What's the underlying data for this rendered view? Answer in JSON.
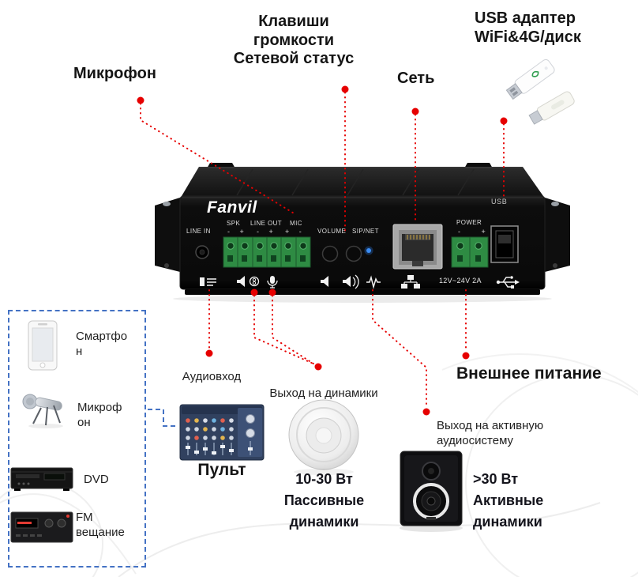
{
  "callouts": {
    "mic": "Микрофон",
    "volume_keys": "Клавиши громкости",
    "net_status": "Сетевой статус",
    "network": "Сеть",
    "usb_adapter": "USB адаптер WiFi&4G/диск",
    "audio_in": "Аудиовход",
    "speaker_out": "Выход на динамики",
    "active_out": "Выход на активную аудиосистему",
    "ext_power": "Внешнее питание"
  },
  "device": {
    "brand": "Fanvil",
    "panel": {
      "line_in": "LINE IN",
      "spk": "SPK",
      "line_out": "LINE OUT",
      "mic": "MIC",
      "spk_polarity": "- +",
      "line_out_polarity": "- +",
      "mic_polarity": "+ -",
      "volume": "VOLUME",
      "sip_net": "SIP/NET",
      "power": "POWER",
      "power_polarity": "- +",
      "usb": "USB",
      "power_rating": "12V~24V 2A"
    }
  },
  "sources": {
    "smartphone": "Смартфон",
    "microphone": "Микрофон",
    "dvd": "DVD",
    "fm": "FM вещание"
  },
  "peripherals": {
    "mixer": "Пульт",
    "passive_speakers": "10-30 Вт Пассивные динамики",
    "active_speakers": ">30 Вт Активные динамики"
  },
  "colors": {
    "callout_red": "#e60000",
    "source_blue": "#4472c4",
    "terminal_green": "#2e8b43"
  }
}
